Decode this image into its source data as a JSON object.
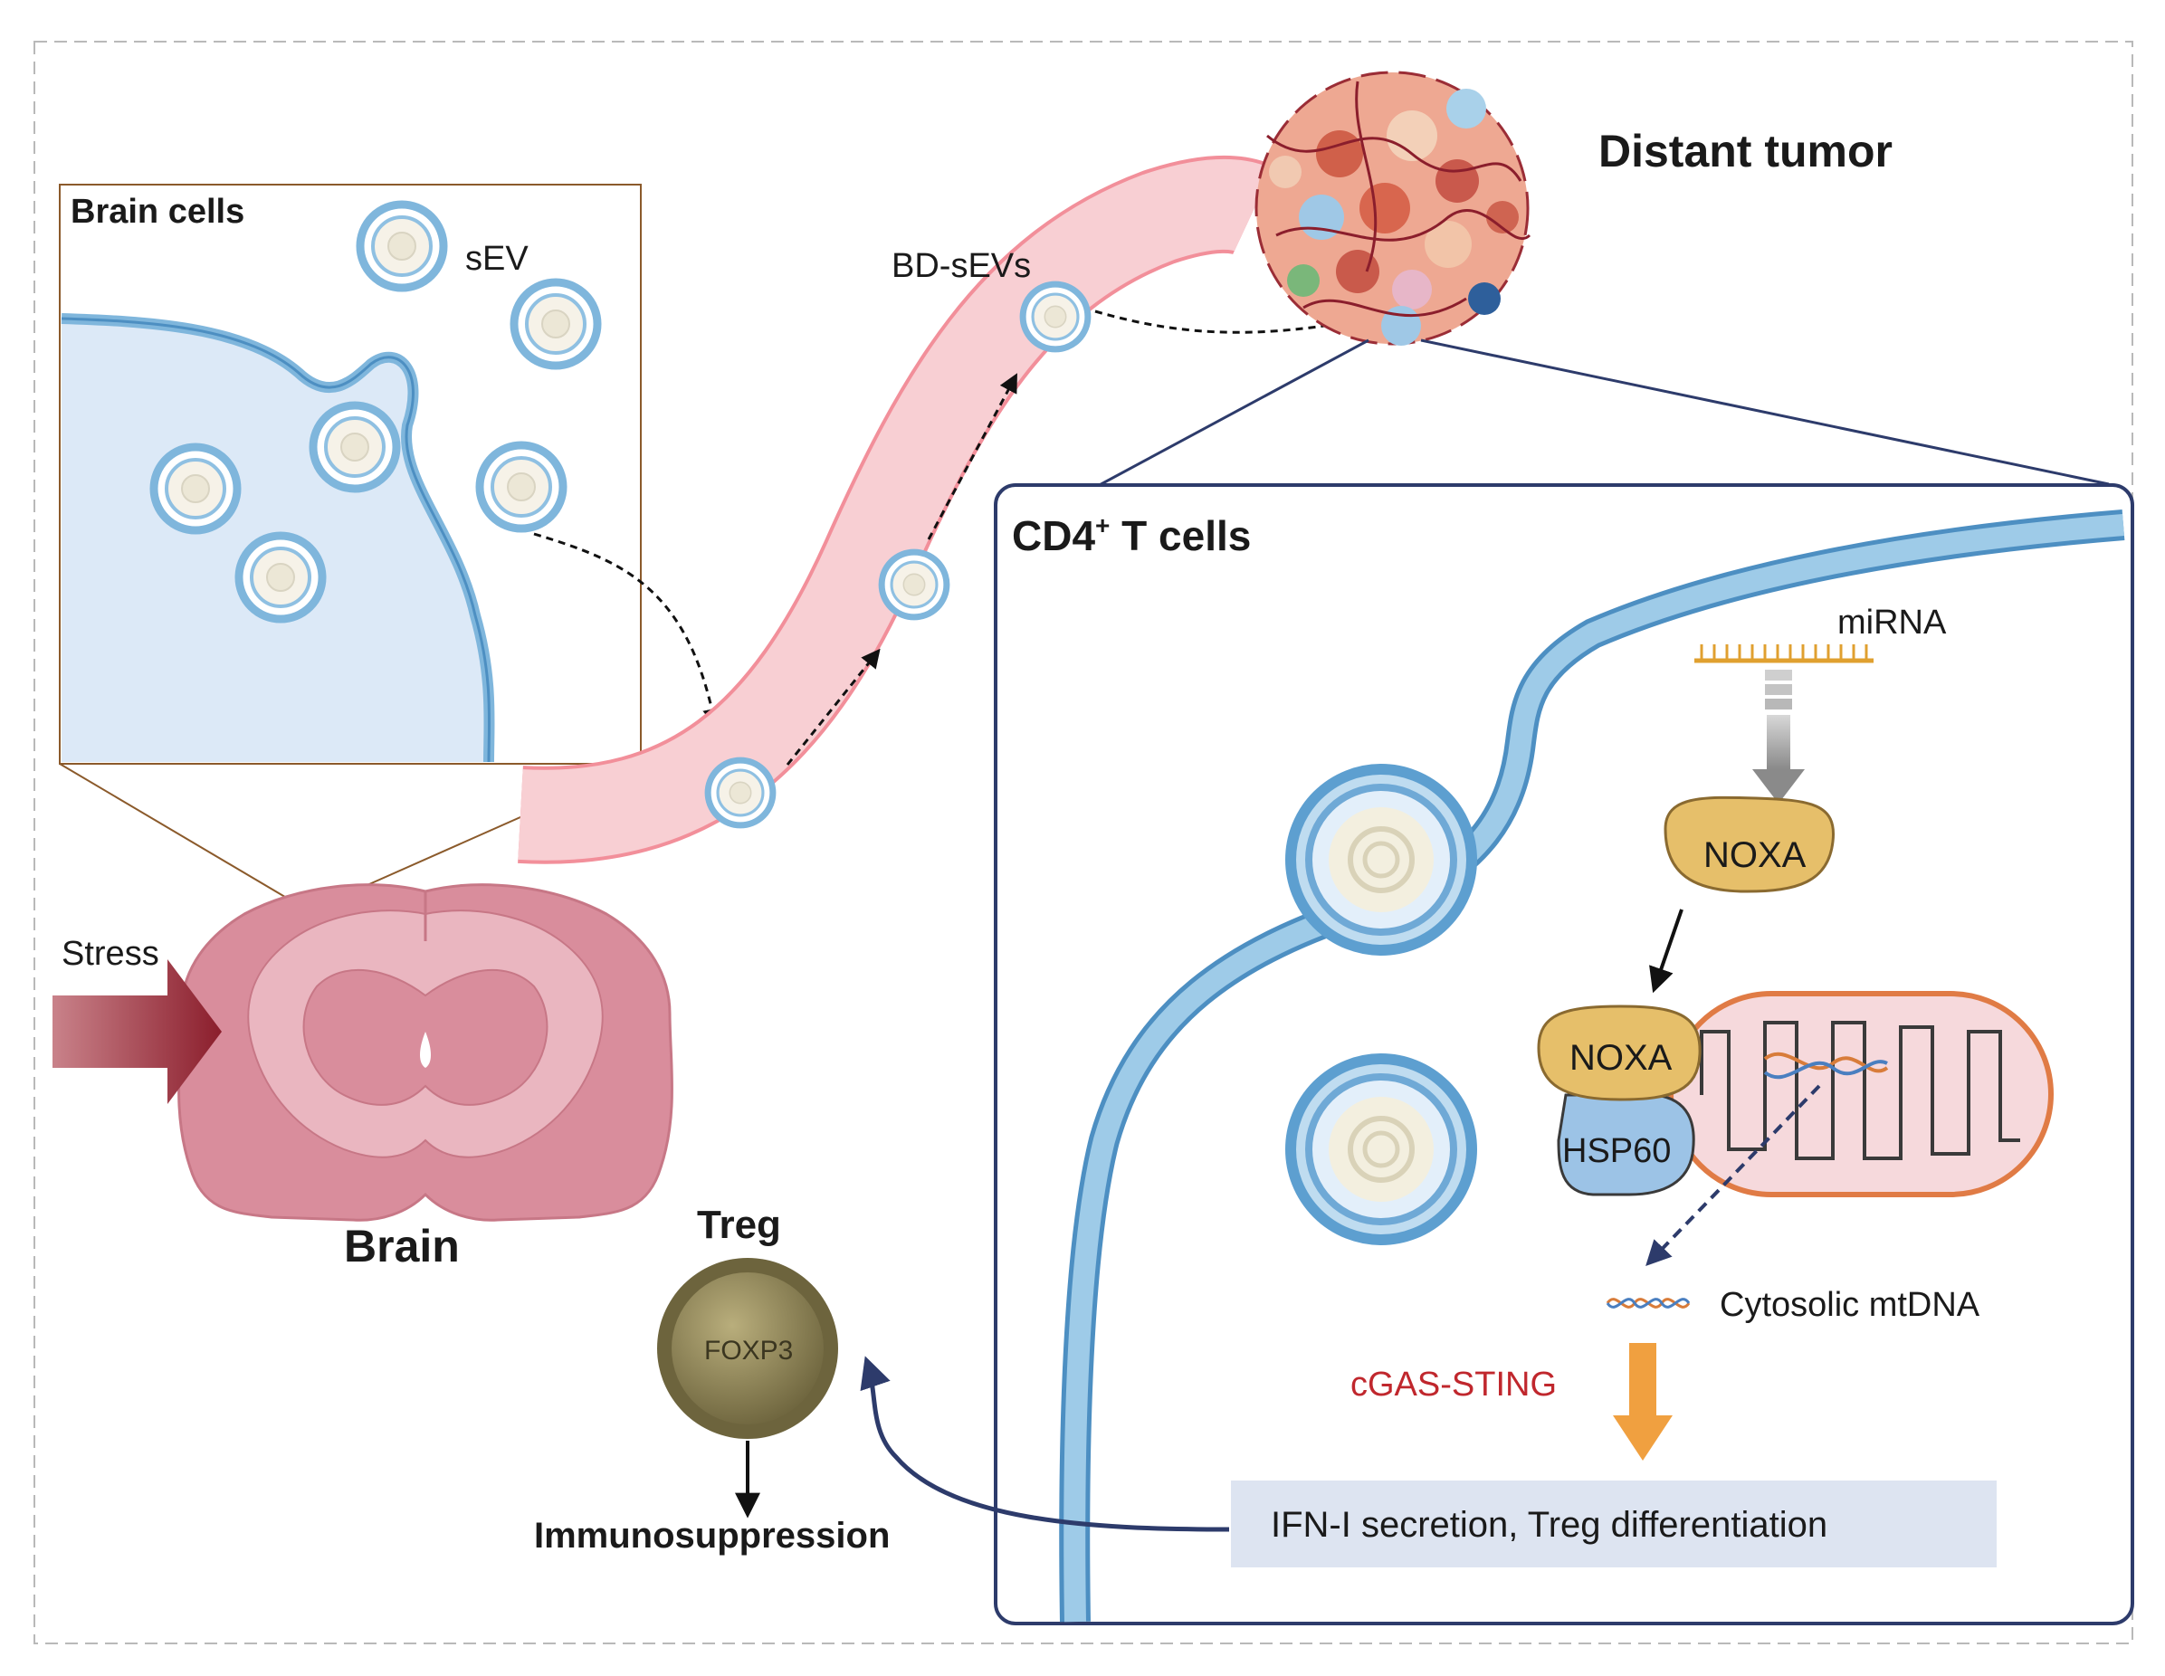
{
  "labels": {
    "brain_cells": "Brain cells",
    "sev": "sEV",
    "bd_sevs": "BD-sEVs",
    "distant_tumor": "Distant tumor",
    "cd4_main": "CD4",
    "cd4_sup": "+",
    "cd4_rest": " T cells",
    "mirna": "miRNA",
    "noxa_top": "NOXA",
    "noxa_mito": "NOXA",
    "hsp60": "HSP60",
    "cytosolic_mtdna": "Cytosolic mtDNA",
    "cgas_sting": "cGAS-STING",
    "ifn_box": "IFN-I secretion, Treg differentiation",
    "stress": "Stress",
    "brain": "Brain",
    "treg": "Treg",
    "foxp3": "FOXP3",
    "immunosuppression": "Immunosuppression"
  },
  "colors": {
    "membrane": "#7fb6dc",
    "membrane_dark": "#4d8fc2",
    "cytoplasm": "#dce9f7",
    "vessel": "#f8cfd3",
    "noxa": "#e6bf6a",
    "hsp60": "#9cc3e6",
    "mito_outer": "#e07b45",
    "mito_inner": "#f6d9dc",
    "cgas": "#c0272d",
    "orange_arrow": "#f0a040",
    "ifn_box": "#dde4f1",
    "navy": "#2d3b6b",
    "treg": "#8a7f52",
    "brain": "#d98d9c",
    "stress_arrow": "#8b2a35"
  }
}
